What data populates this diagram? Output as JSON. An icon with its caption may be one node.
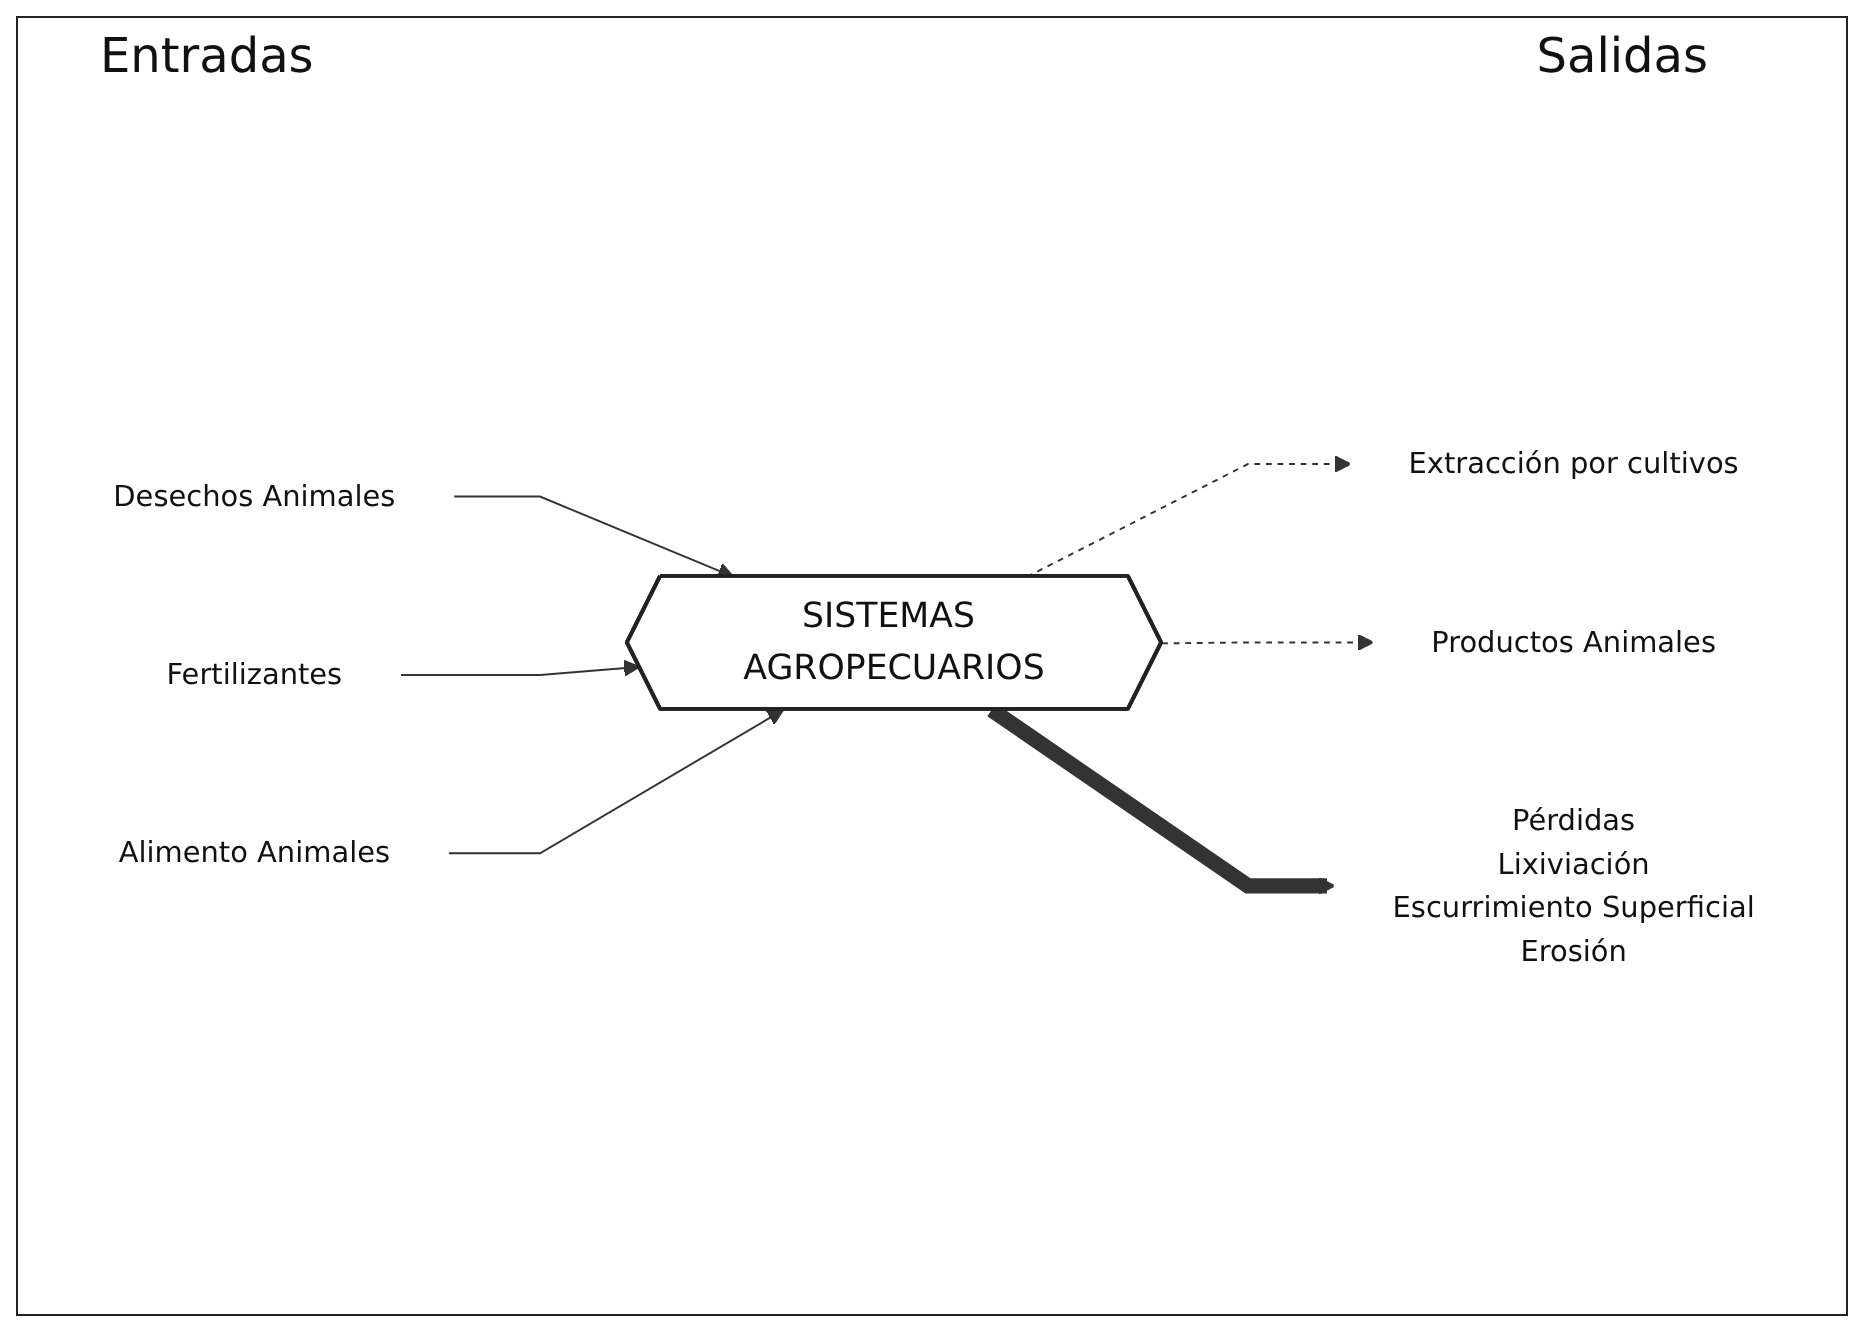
{
  "diagram": {
    "nodes": [
      {
        "text": [
          "Desechos Animales"
        ]
      },
      {
        "text": [
          "Fertilizantes"
        ]
      },
      {
        "text": [
          "Alimento Animales"
        ]
      },
      {
        "text": [
          "SISTEMAS AGROPECUARIOS"
        ]
      },
      {
        "text": [
          "Extracción por cultivos"
        ]
      },
      {
        "text": [
          "Productos Animales"
        ]
      },
      {
        "text": [
          "Pérdidas",
          "Lixiviación",
          "Escurrimiento Superficial",
          "Erosión"
        ]
      }
    ],
    "edges": [
      {
        "from": 0,
        "to": 3,
        "arrow": "to"
      },
      {
        "from": 1,
        "to": 3,
        "arrow": "to"
      },
      {
        "from": 2,
        "to": 3,
        "arrow": "to"
      },
      {
        "from": 3,
        "to": 4,
        "arrow": "to",
        "style": "dashed"
      },
      {
        "from": 3,
        "to": 5,
        "arrow": "to",
        "style": "dashed"
      },
      {
        "from": 3,
        "to": 6,
        "arrow": "to",
        "style": "thick"
      }
    ],
    "labels": [
      "Entradas",
      "Salidas"
    ]
  }
}
